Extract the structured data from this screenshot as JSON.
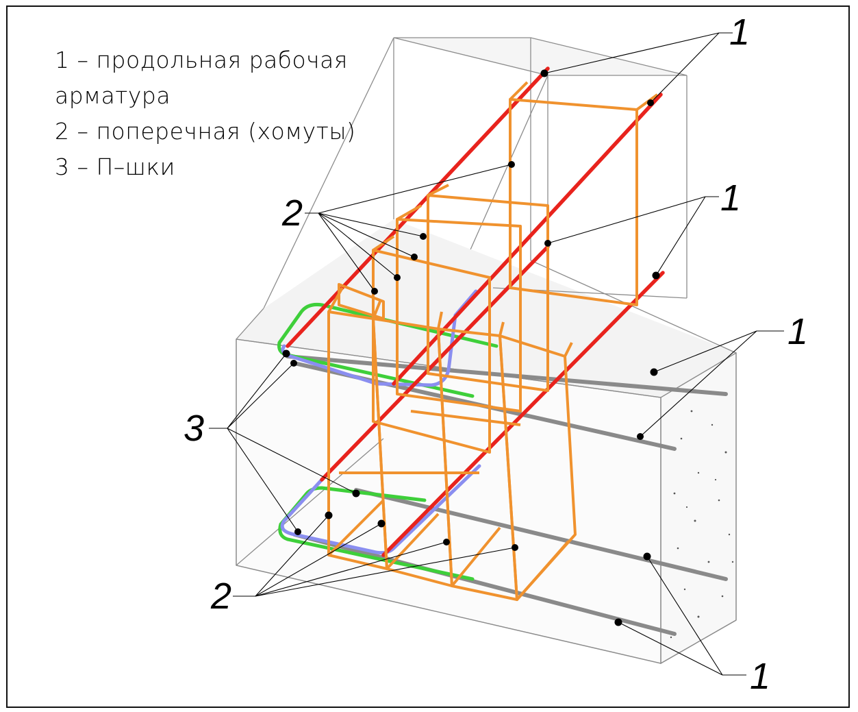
{
  "legend": {
    "line1": "1 – продольная рабочая",
    "line2": "арматура",
    "line3": "2 – поперечная (хомуты)",
    "line4": "3 – П–шки"
  },
  "callouts": {
    "c1_top": "1",
    "c1_mid": "1",
    "c1_right": "1",
    "c1_bottom": "1",
    "c2_upper": "2",
    "c2_lower": "2",
    "c3": "3"
  },
  "colors": {
    "longitudinal": "#e8231d",
    "stirrups": "#f0922e",
    "u_bars_green": "#3ecf3a",
    "u_bars_blue": "#8a8ef0",
    "bottom_bars": "#8a8a8a",
    "concrete_outline": "#888888",
    "leader": "#000000"
  }
}
